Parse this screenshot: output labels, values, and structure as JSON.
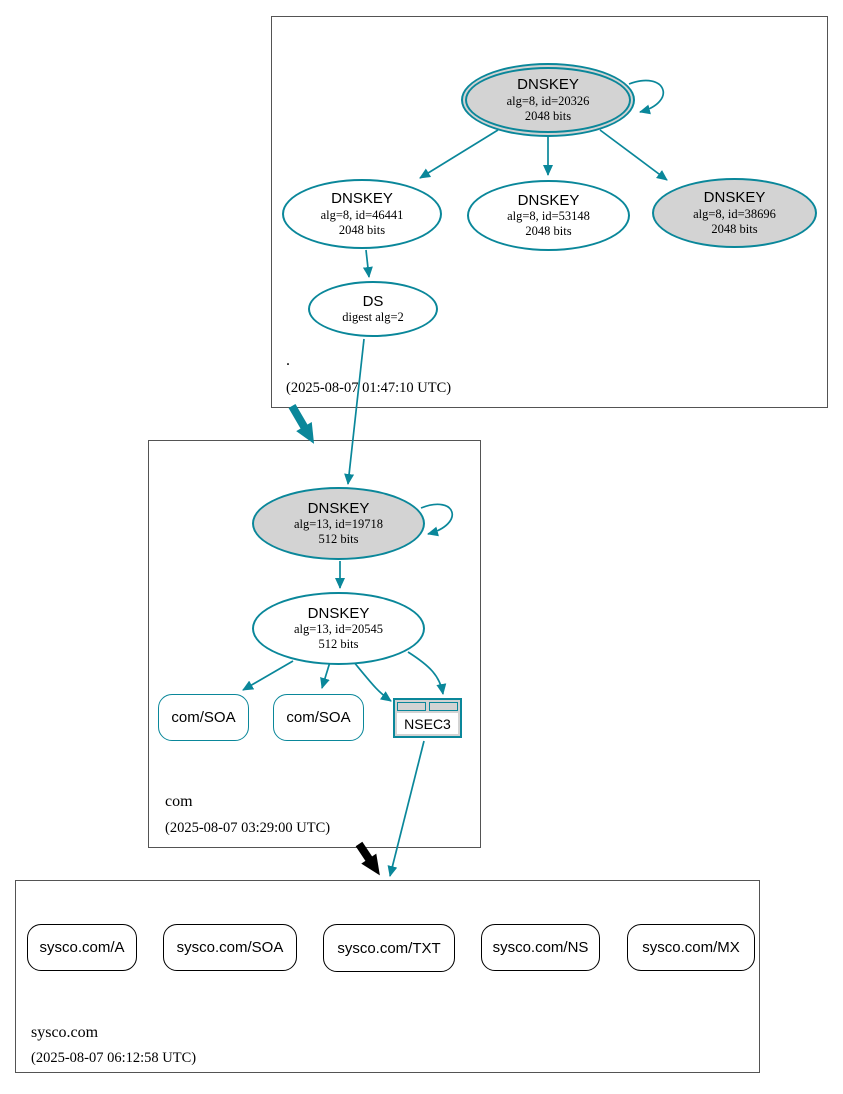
{
  "diagram_type": "dnssec-authentication-chain",
  "colors": {
    "secure_edge": "#0a879a",
    "insecure_edge": "#000000",
    "ksk_fill": "#d3d3d3",
    "zsk_fill": "#ffffff",
    "zone_box_border": "#545454"
  },
  "zones": {
    "root": {
      "label": ".",
      "timestamp": "(2025-08-07 01:47:10 UTC)"
    },
    "com": {
      "label": "com",
      "timestamp": "(2025-08-07 03:29:00 UTC)"
    },
    "sysco": {
      "label": "sysco.com",
      "timestamp": "(2025-08-07 06:12:58 UTC)"
    }
  },
  "nodes": {
    "dnskey_20326": {
      "title": "DNSKEY",
      "alg": "alg=8, id=20326",
      "bits": "2048 bits"
    },
    "dnskey_46441": {
      "title": "DNSKEY",
      "alg": "alg=8, id=46441",
      "bits": "2048 bits"
    },
    "dnskey_53148": {
      "title": "DNSKEY",
      "alg": "alg=8, id=53148",
      "bits": "2048 bits"
    },
    "dnskey_38696": {
      "title": "DNSKEY",
      "alg": "alg=8, id=38696",
      "bits": "2048 bits"
    },
    "ds_root": {
      "title": "DS",
      "alg": "digest alg=2"
    },
    "dnskey_19718": {
      "title": "DNSKEY",
      "alg": "alg=13, id=19718",
      "bits": "512 bits"
    },
    "dnskey_20545": {
      "title": "DNSKEY",
      "alg": "alg=13, id=20545",
      "bits": "512 bits"
    },
    "com_soa_1": {
      "label": "com/SOA"
    },
    "com_soa_2": {
      "label": "com/SOA"
    },
    "nsec3": {
      "label": "NSEC3"
    },
    "sysco_a": {
      "label": "sysco.com/A"
    },
    "sysco_soa": {
      "label": "sysco.com/SOA"
    },
    "sysco_txt": {
      "label": "sysco.com/TXT"
    },
    "sysco_ns": {
      "label": "sysco.com/NS"
    },
    "sysco_mx": {
      "label": "sysco.com/MX"
    }
  }
}
